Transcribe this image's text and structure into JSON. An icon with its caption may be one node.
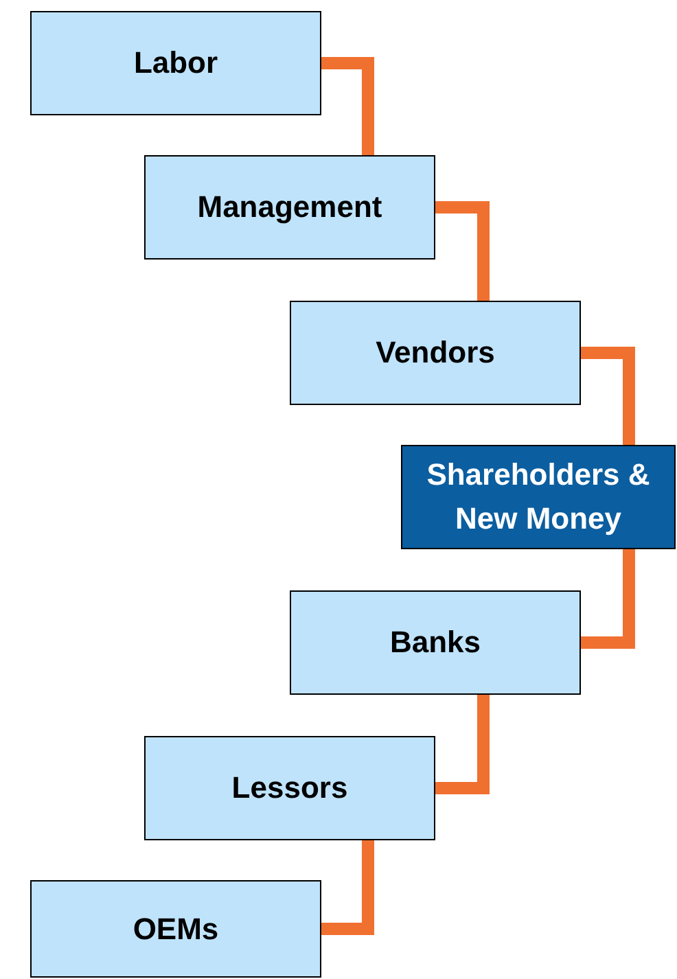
{
  "diagram": {
    "nodes": [
      {
        "text": [
          "Labor"
        ]
      },
      {
        "text": [
          "Management"
        ]
      },
      {
        "text": [
          "Vendors"
        ]
      },
      {
        "text": [
          "Shareholders & New Money"
        ]
      },
      {
        "text": [
          "Banks"
        ]
      },
      {
        "text": [
          "Lessors"
        ]
      },
      {
        "text": [
          "OEMs"
        ]
      }
    ],
    "edges": [
      {
        "from": 0,
        "to": 1,
        "arrow": "none"
      },
      {
        "from": 1,
        "to": 2,
        "arrow": "none"
      },
      {
        "from": 2,
        "to": 3,
        "arrow": "none"
      },
      {
        "from": 3,
        "to": 4,
        "arrow": "none"
      },
      {
        "from": 4,
        "to": 5,
        "arrow": "none"
      },
      {
        "from": 5,
        "to": 6,
        "arrow": "none"
      }
    ]
  }
}
